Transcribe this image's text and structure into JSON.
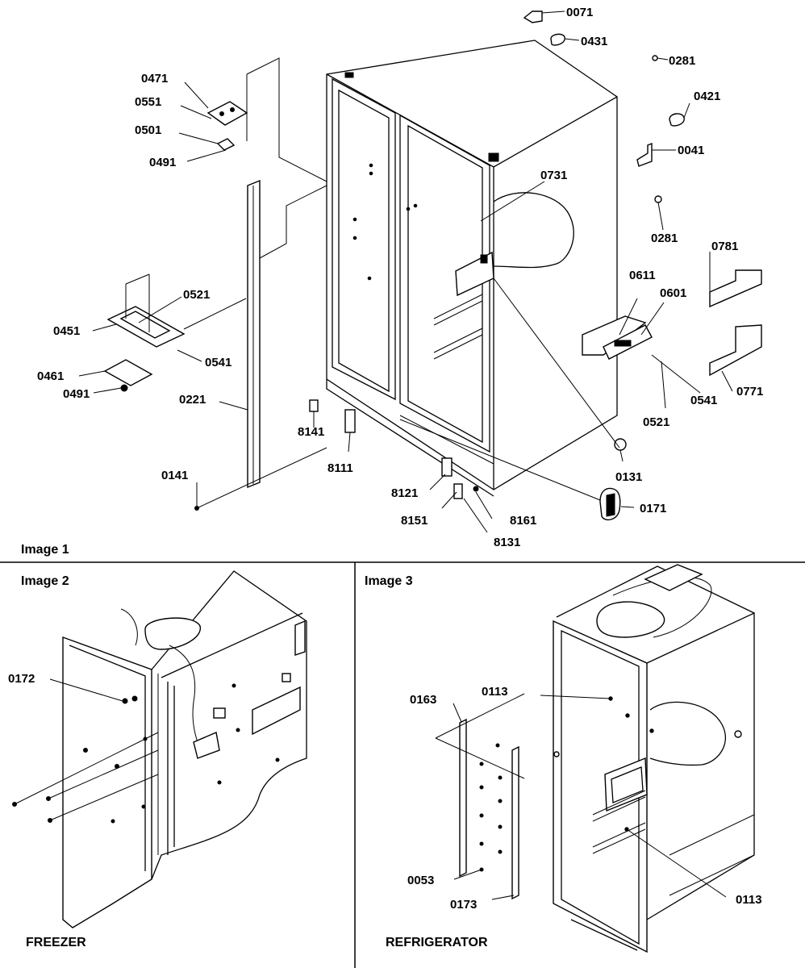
{
  "panels": {
    "image1": {
      "caption": "Image 1"
    },
    "image2": {
      "caption": "Image 2",
      "title": "FREEZER"
    },
    "image3": {
      "caption": "Image 3",
      "title": "REFRIGERATOR"
    }
  },
  "callouts_image1": [
    "0071",
    "0431",
    "0281",
    "0421",
    "0041",
    "0471",
    "0551",
    "0501",
    "0491",
    "0731",
    "0281",
    "0781",
    "0611",
    "0601",
    "0521",
    "0451",
    "0541",
    "0461",
    "0491",
    "0221",
    "8141",
    "0541",
    "0771",
    "0521",
    "8111",
    "0131",
    "0141",
    "8121",
    "8151",
    "8161",
    "0171",
    "8131"
  ],
  "callouts_image2": [
    "0172"
  ],
  "callouts_image3": [
    "0163",
    "0113",
    "0053",
    "0173",
    "0113"
  ]
}
